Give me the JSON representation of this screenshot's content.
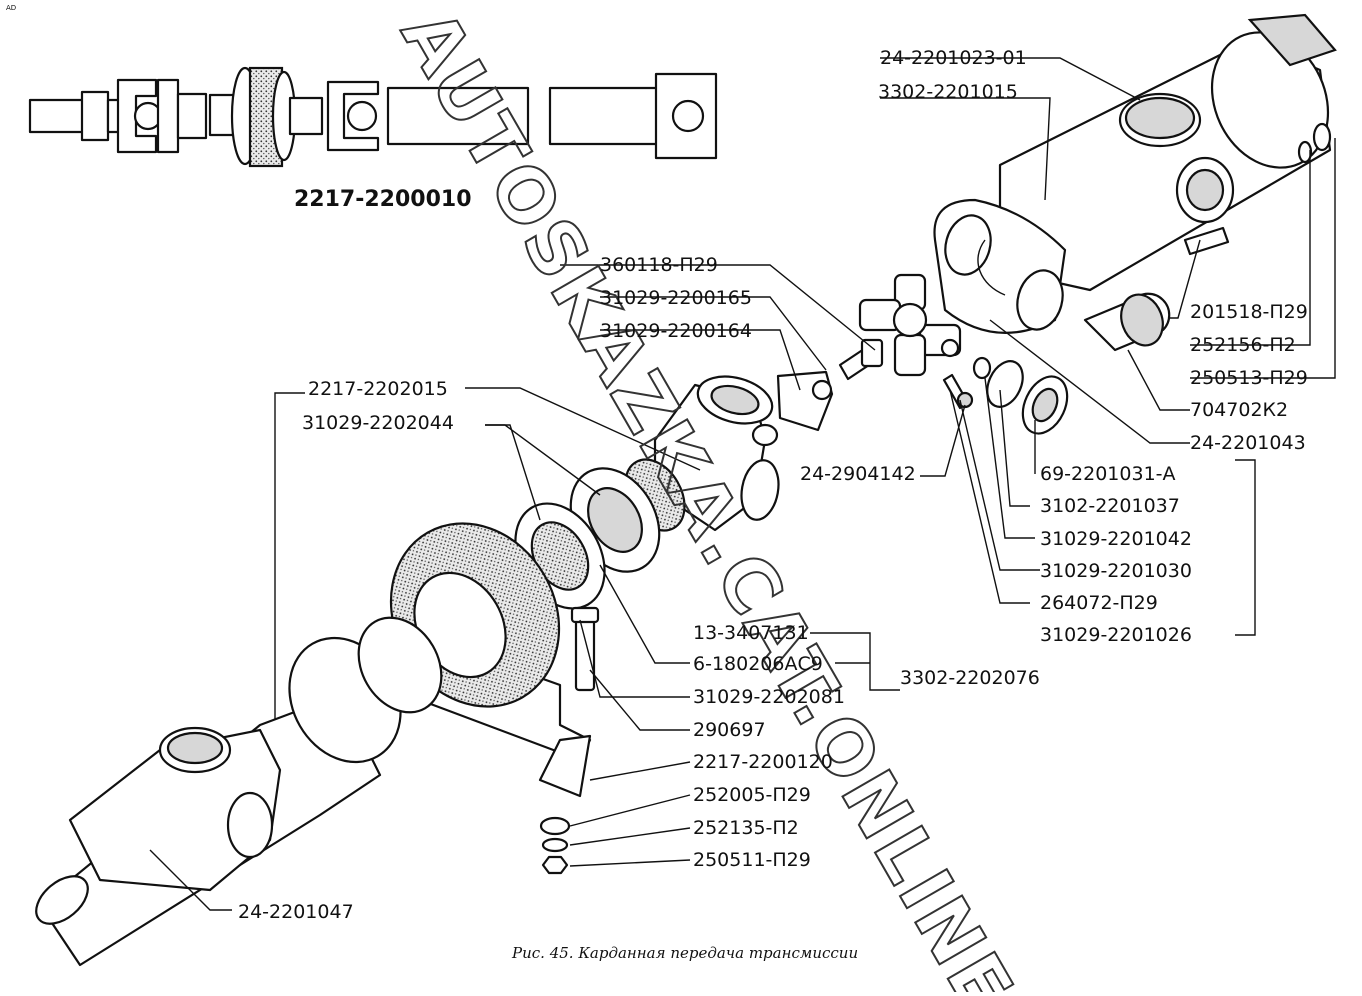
{
  "corner_mark": "AD",
  "assembly_label": "2217-2200010",
  "labels_right_top": {
    "l1": "24-2201023-01",
    "l2": "3302-2201015",
    "l3": "201518-П29",
    "l4": "252156-П2",
    "l5": "250513-П29",
    "l6": "704702К2",
    "l7": "24-2201043"
  },
  "labels_center": {
    "l1": "360118-П29",
    "l2": "31029-2200165",
    "l3": "31029-2200164",
    "l4": "24-2904142"
  },
  "labels_right_mid": {
    "l1": "69-2201031-А",
    "l2": "3102-2201037",
    "l3": "31029-2201042",
    "l4": "31029-2201030",
    "l5": "264072-П29",
    "l6": "31029-2201026"
  },
  "labels_left": {
    "l1": "2217-2202015",
    "l2": "31029-2202044",
    "l3": "24-2201047"
  },
  "labels_bottom": {
    "l1": "13-3407131",
    "l2": "3302-2202076",
    "l3": "6-180206АС9",
    "l4": "31029-2202081",
    "l5": "290697",
    "l6": "2217-2200120",
    "l7": "252005-П29",
    "l8": "252135-П2",
    "l9": "250511-П29"
  },
  "caption": "Рис. 45. Карданная передача трансмиссии",
  "watermark": "AUTOSKAZKA.CAT.ONLINE",
  "colors": {
    "ink": "#111111",
    "paper": "#ffffff",
    "shade": "#d7d7d7"
  }
}
